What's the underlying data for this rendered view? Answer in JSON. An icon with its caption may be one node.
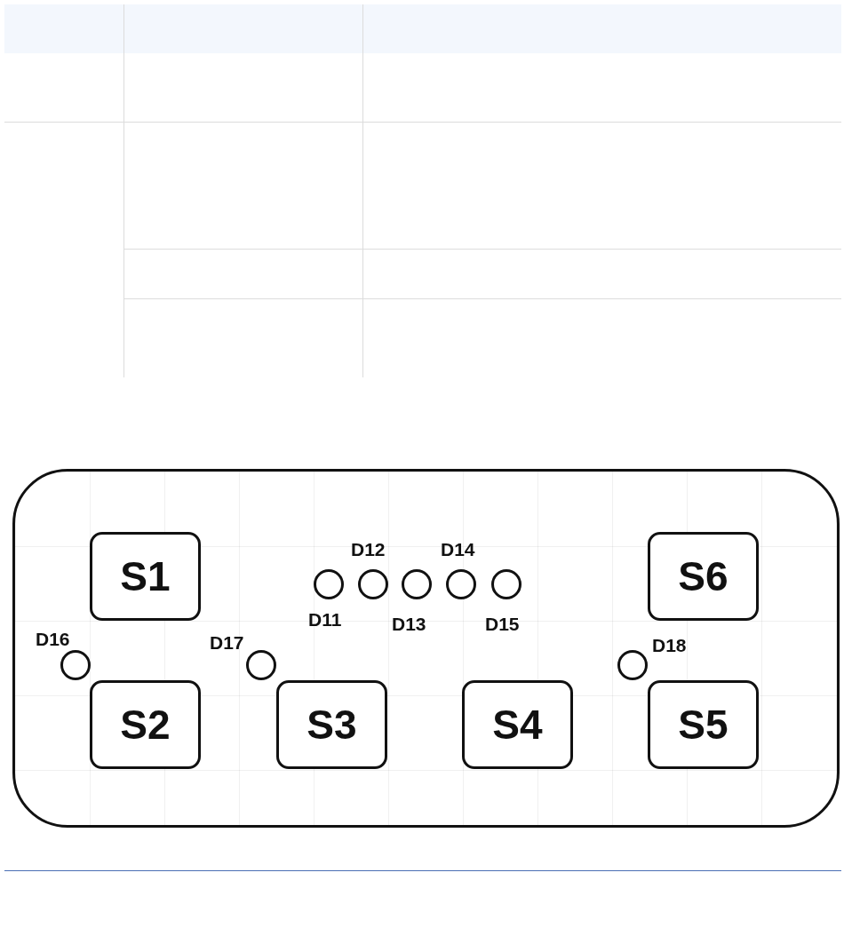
{
  "diagram": {
    "nodes": [
      {
        "text": [],
        "shape": "box"
      },
      {
        "text": [
          "S1"
        ],
        "in": 0
      },
      {
        "text": [
          "S2"
        ],
        "in": 0
      },
      {
        "text": [
          "S3"
        ],
        "in": 0
      },
      {
        "text": [
          "S4"
        ],
        "in": 0
      },
      {
        "text": [
          "S5"
        ],
        "in": 0
      },
      {
        "text": [
          "S6"
        ],
        "in": 0
      },
      {
        "text": [],
        "shape": "circle",
        "beside": [
          "D11"
        ],
        "in": 0
      },
      {
        "text": [],
        "shape": "circle",
        "beside": [
          "D12"
        ],
        "in": 0
      },
      {
        "text": [],
        "shape": "circle",
        "beside": [
          "D13"
        ],
        "in": 0
      },
      {
        "text": [],
        "shape": "circle",
        "beside": [
          "D14"
        ],
        "in": 0
      },
      {
        "text": [],
        "shape": "circle",
        "beside": [
          "D15"
        ],
        "in": 0
      },
      {
        "text": [],
        "shape": "circle",
        "beside": [
          "D16"
        ],
        "in": 0
      },
      {
        "text": [],
        "shape": "circle",
        "beside": [
          "D17"
        ],
        "in": 0
      },
      {
        "text": [],
        "shape": "circle",
        "beside": [
          "D18"
        ],
        "in": 0
      }
    ]
  }
}
